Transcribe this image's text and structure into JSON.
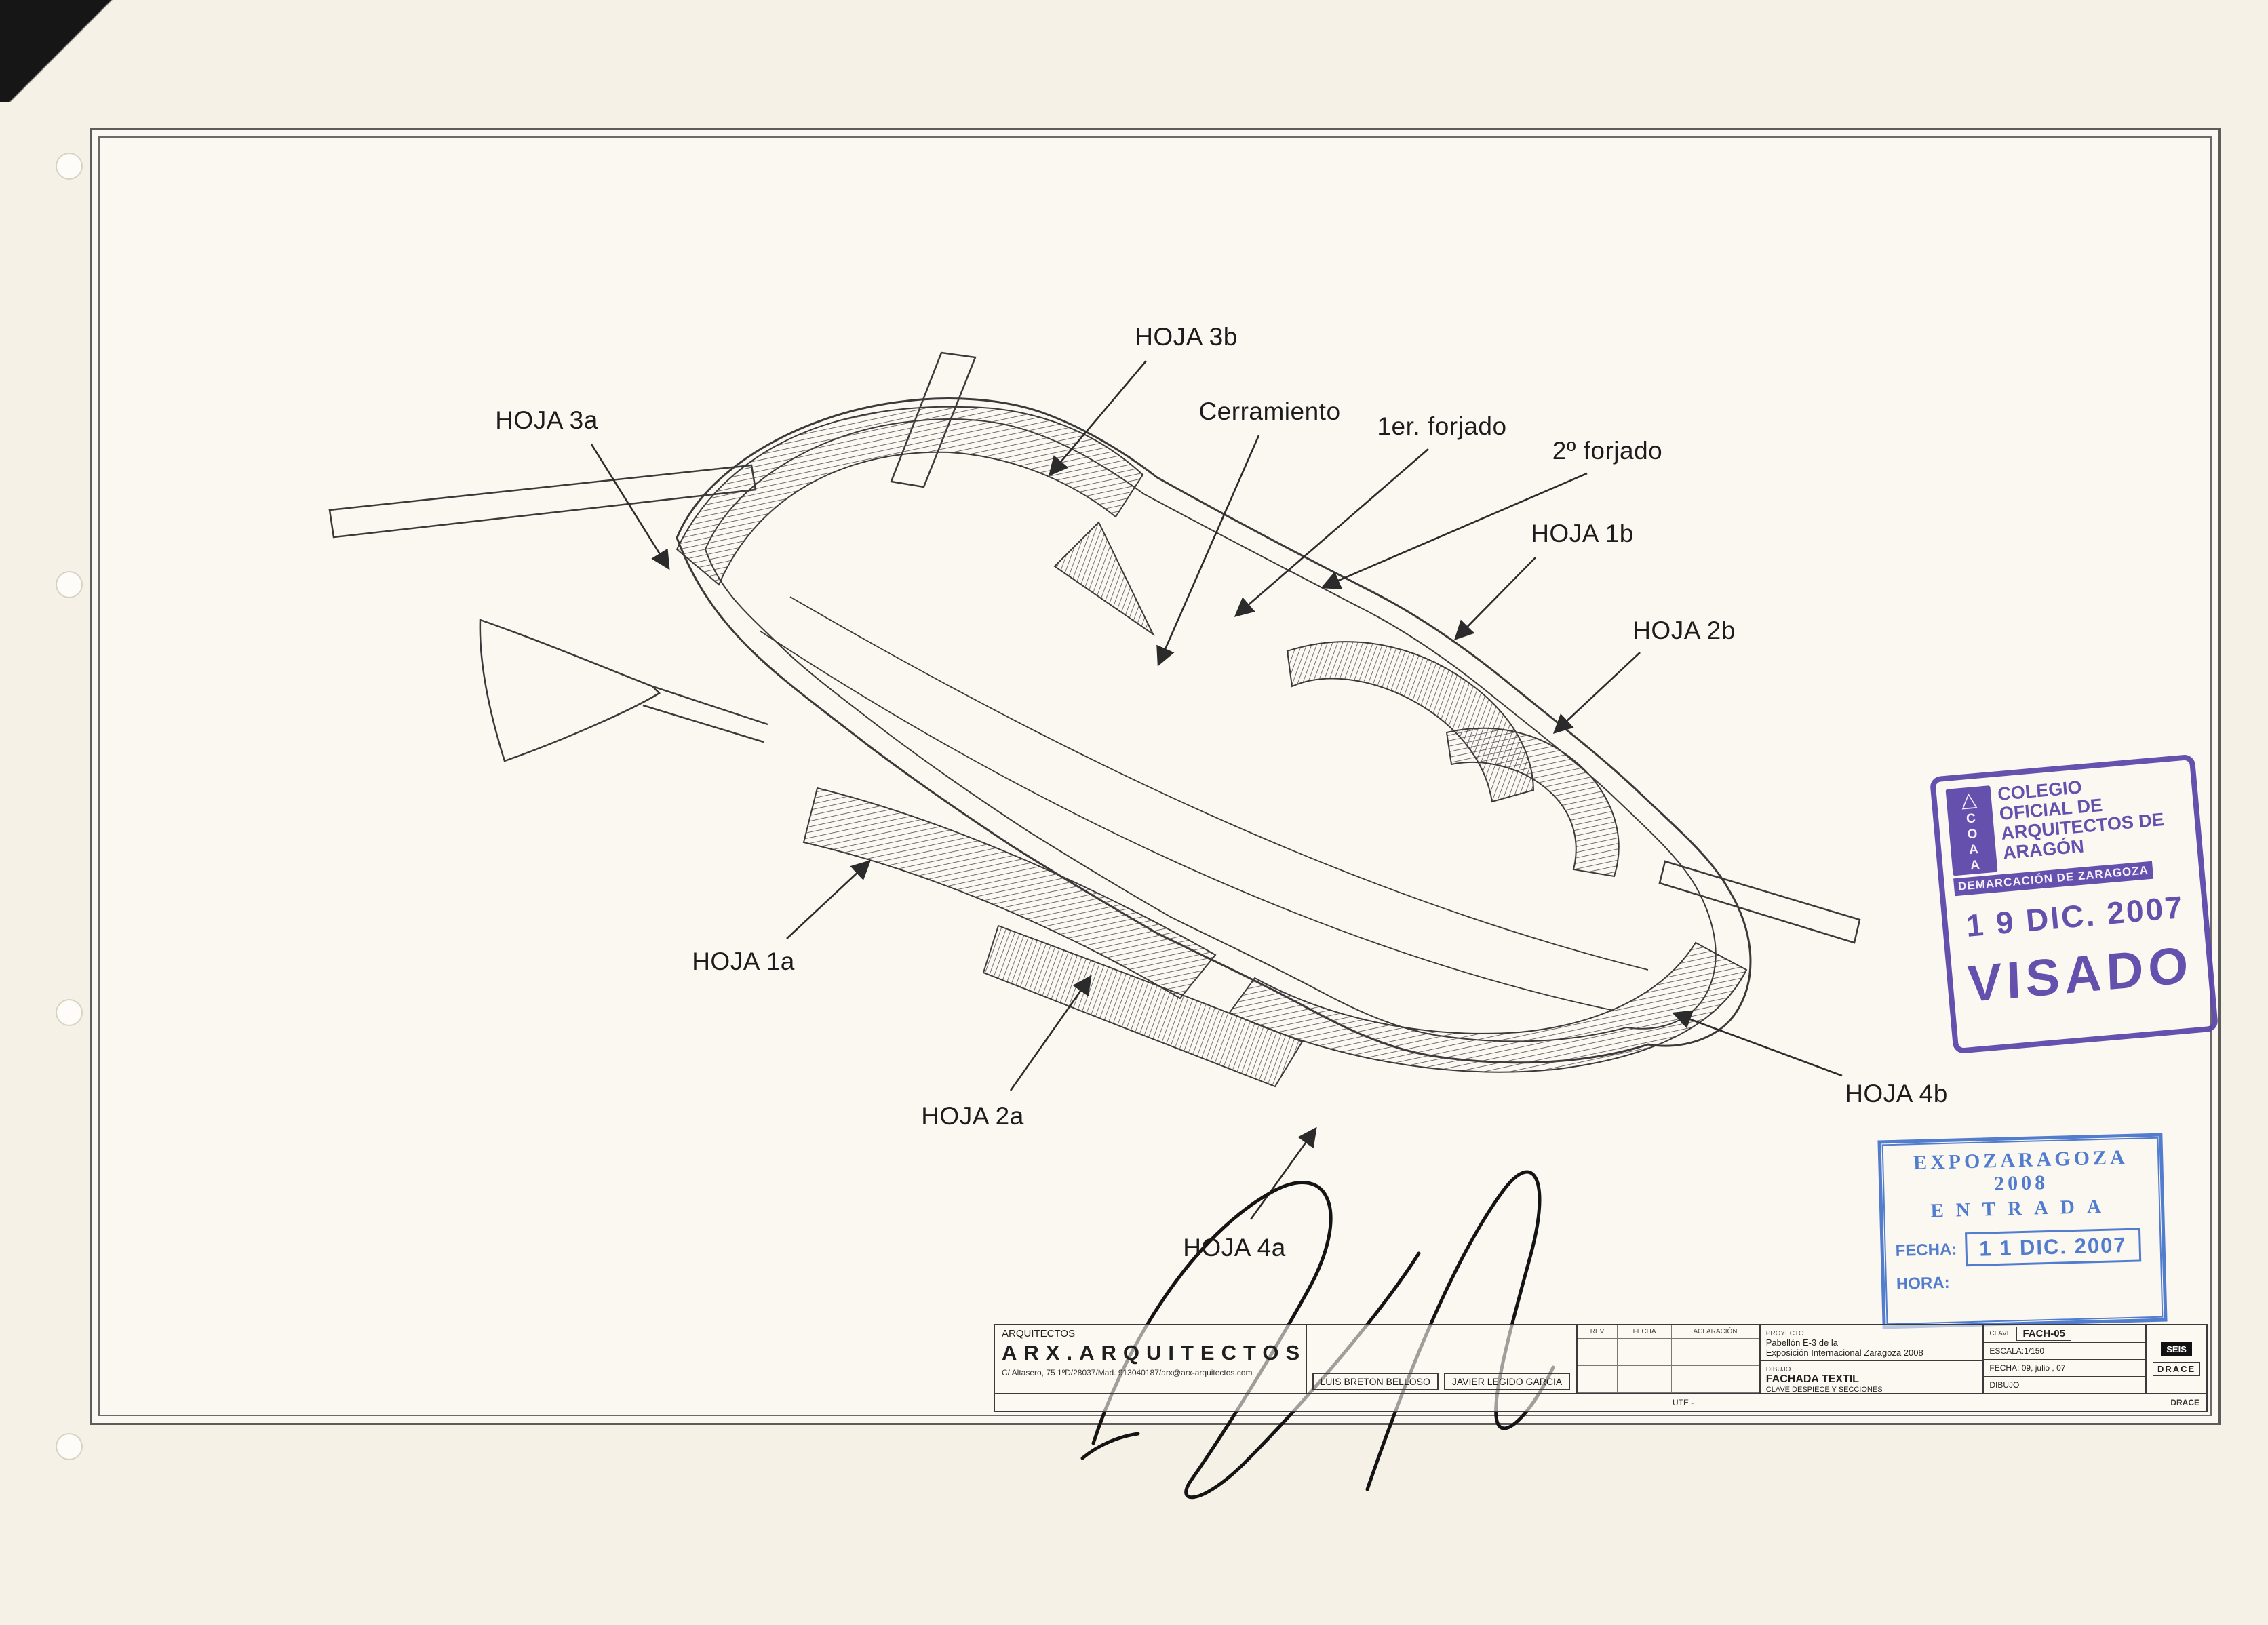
{
  "sheet": {
    "background_color": "#f6f1e6",
    "line_color": "#3a3a3a",
    "stamp_purple": "#5b44aa",
    "stamp_blue": "#4472cc"
  },
  "labels": [
    {
      "id": "hoja-3b",
      "text": "HOJA 3b"
    },
    {
      "id": "hoja-3a",
      "text": "HOJA 3a"
    },
    {
      "id": "cerramiento",
      "text": "Cerramiento"
    },
    {
      "id": "forjado-1",
      "text": "1er. forjado"
    },
    {
      "id": "forjado-2",
      "text": "2º forjado"
    },
    {
      "id": "hoja-1b",
      "text": "HOJA 1b"
    },
    {
      "id": "hoja-2b",
      "text": "HOJA 2b"
    },
    {
      "id": "hoja-1a",
      "text": "HOJA 1a"
    },
    {
      "id": "hoja-2a",
      "text": "HOJA 2a"
    },
    {
      "id": "hoja-4a",
      "text": "HOJA 4a"
    },
    {
      "id": "hoja-4b",
      "text": "HOJA 4b"
    }
  ],
  "stamps": {
    "visado": {
      "emblem_icon": "coaa-triangle-emblem",
      "acronym": "COAA",
      "org_line_1": "COLEGIO",
      "org_line_2": "OFICIAL DE",
      "org_line_3": "ARQUITECTOS DE",
      "org_line_4": "ARAGÓN",
      "demarcacion": "DEMARCACIÓN DE ZARAGOZA",
      "date": "1 9 DIC. 2007",
      "word": "VISADO"
    },
    "entrada": {
      "title": "EXPOZARAGOZA 2008",
      "subtitle": "ENTRADA",
      "fecha_label": "FECHA:",
      "date": "1 1 DIC. 2007",
      "hora_label": "HORA:"
    }
  },
  "title_block": {
    "section_label": "ARQUITECTOS",
    "firm_name": "ARX.ARQUITECTOS",
    "firm_address": "C/ Altasero, 75 1ºD/28037/Mad. 913040187/arx@arx-arquitectos.com",
    "architect_1": "LUIS BRETON BELLOSO",
    "architect_2": "JAVIER LEGIDO GARCIA",
    "revision_headers": [
      "REV",
      "FECHA",
      "ACLARACIÓN"
    ],
    "project_label": "PROYECTO",
    "project_line_1": "Pabellón E-3 de la",
    "project_line_2": "Exposición Internacional Zaragoza 2008",
    "drawing_label": "DIBUJO",
    "drawing_title": "FACHADA TEXTIL",
    "drawing_subtitle": "CLAVE DESPIECE Y SECCIONES",
    "clave_label": "CLAVE",
    "clave_value": "FACH-05",
    "escala": "ESCALA:1/150",
    "fecha": "FECHA: 09, julio , 07",
    "dibujo_label": "DIBUJO",
    "ute": "UTE -",
    "brand_seis": "SEIS",
    "brand_drace": "DRACE"
  }
}
